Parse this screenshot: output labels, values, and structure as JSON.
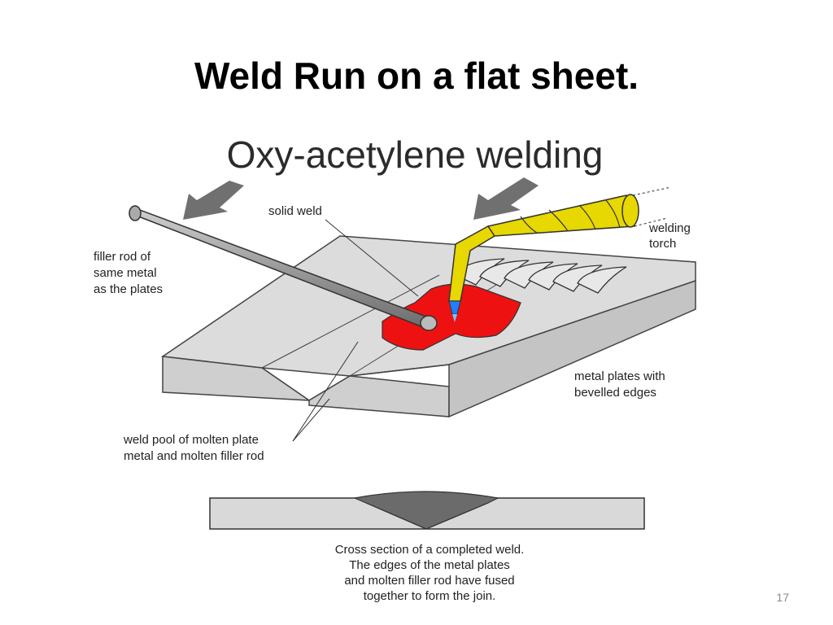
{
  "slide": {
    "title": "Weld Run on a flat sheet.",
    "page_number": "17"
  },
  "diagram": {
    "heading": "Oxy-acetylene welding",
    "labels": {
      "solid_weld": "solid weld",
      "welding_torch": [
        "welding",
        "torch"
      ],
      "filler_rod": [
        "filler rod of",
        "same metal",
        "as the plates"
      ],
      "metal_plates": [
        "metal plates with",
        "bevelled edges"
      ],
      "weld_pool": [
        "weld pool of molten plate",
        "metal and molten filler rod"
      ],
      "cross_section_caption": [
        "Cross section of a completed weld.",
        "The edges of the metal plates",
        "and molten filler rod have fused",
        "together to form the join."
      ]
    },
    "colors": {
      "plate": "#d9d9d9",
      "plate_edge": "#bdbdbd",
      "weld_pool": "#ee1111",
      "torch": "#e6d800",
      "arrow": "#707070",
      "rod": "#9a9a9a",
      "weld_bead": "#6b6b6b"
    }
  }
}
